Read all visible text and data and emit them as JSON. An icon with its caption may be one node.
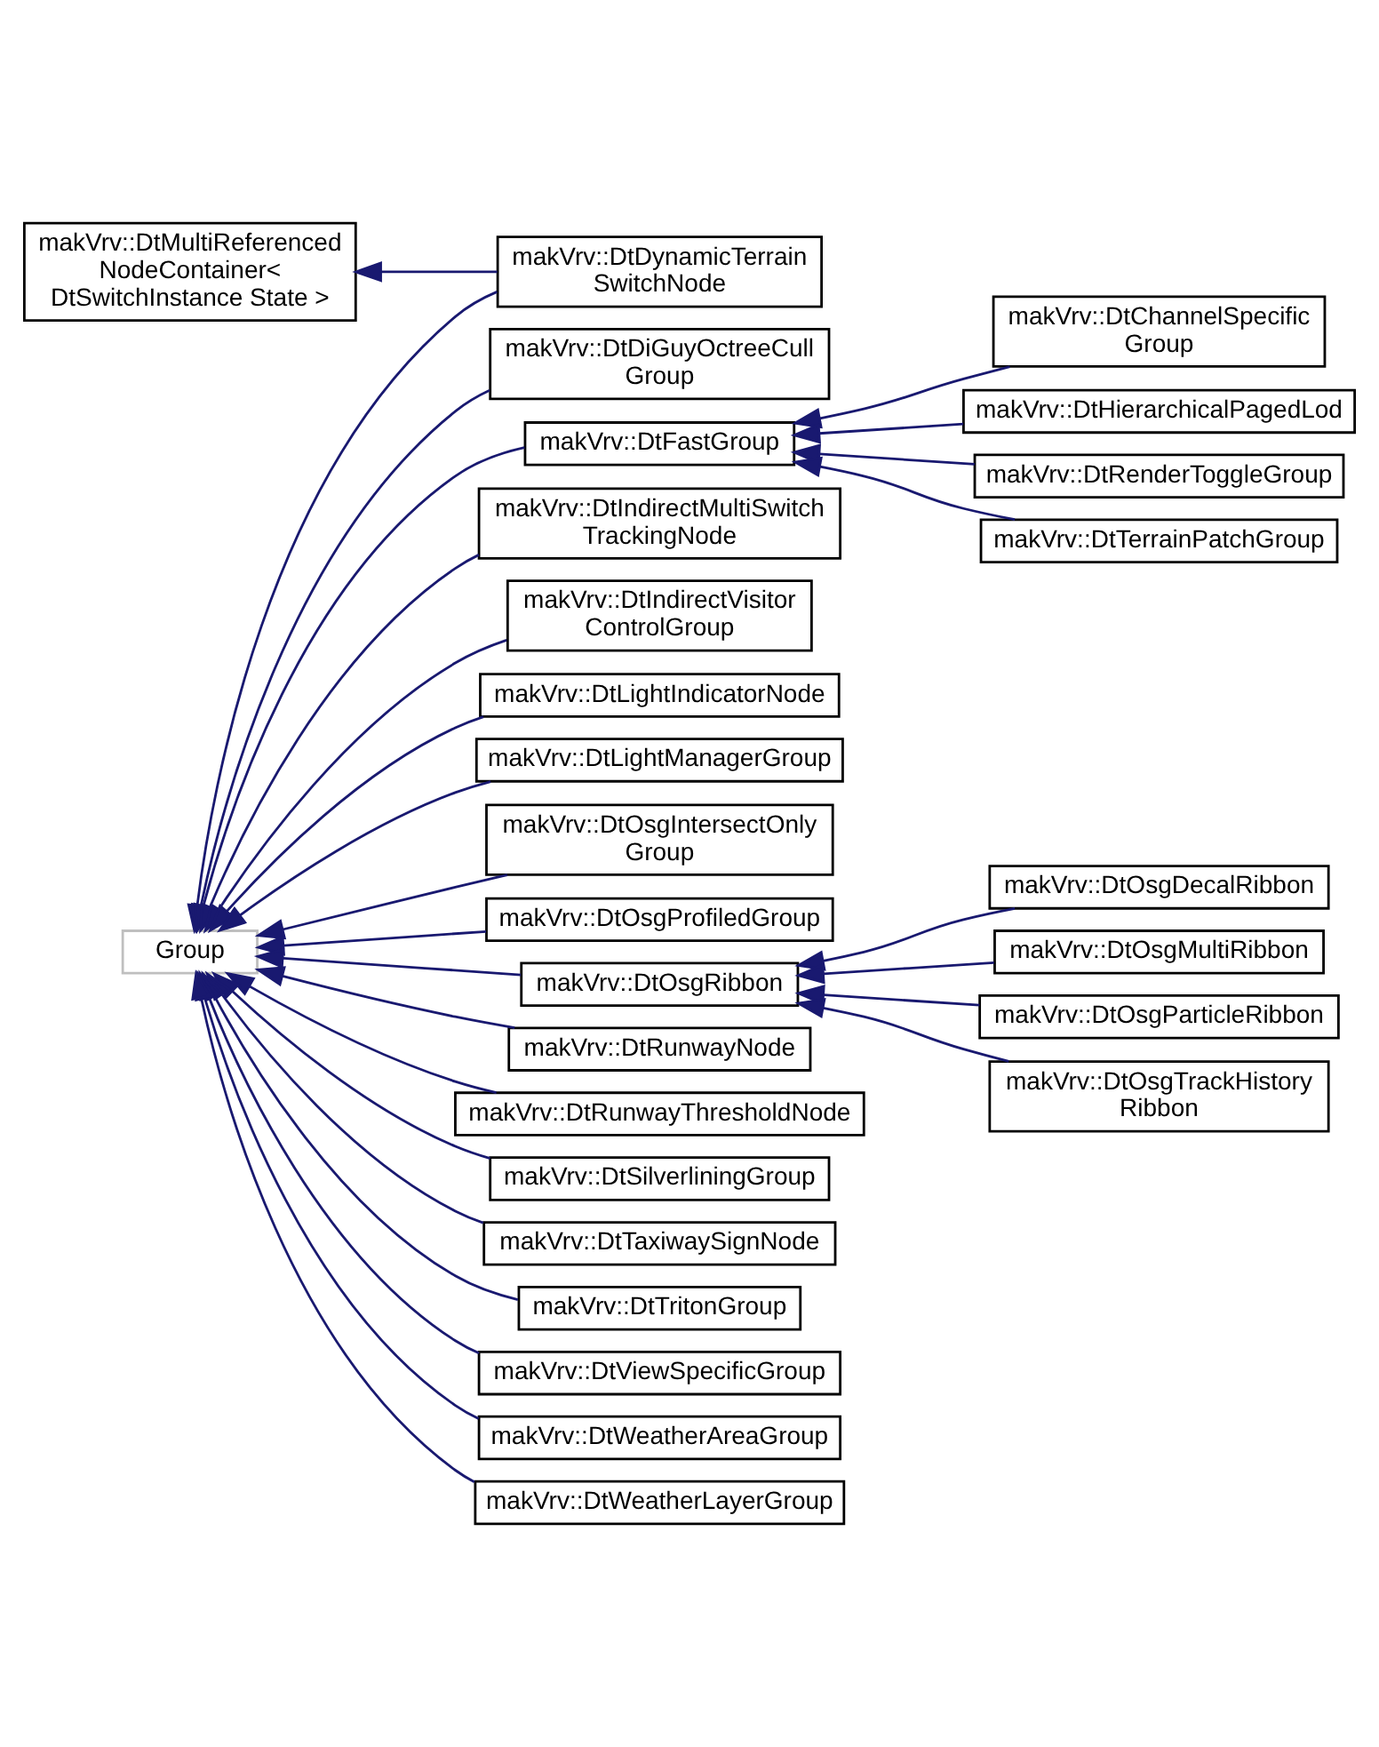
{
  "diagram": {
    "nodes": [
      {
        "text": [
          "makVrv::DtMultiReferenced NodeContainer< DtSwitchInstance State >"
        ]
      },
      {
        "text": [
          "Group"
        ]
      },
      {
        "text": [
          "makVrv::DtDynamicTerrain SwitchNode"
        ]
      },
      {
        "text": [
          "makVrv::DtDiGuyOctreeCull Group"
        ]
      },
      {
        "text": [
          "makVrv::DtFastGroup"
        ]
      },
      {
        "text": [
          "makVrv::DtIndirectMultiSwitch TrackingNode"
        ]
      },
      {
        "text": [
          "makVrv::DtIndirectVisitor ControlGroup"
        ]
      },
      {
        "text": [
          "makVrv::DtLightIndicatorNode"
        ]
      },
      {
        "text": [
          "makVrv::DtLightManagerGroup"
        ]
      },
      {
        "text": [
          "makVrv::DtOsgIntersectOnly Group"
        ]
      },
      {
        "text": [
          "makVrv::DtOsgProfiledGroup"
        ]
      },
      {
        "text": [
          "makVrv::DtOsgRibbon"
        ]
      },
      {
        "text": [
          "makVrv::DtRunwayNode"
        ]
      },
      {
        "text": [
          "makVrv::DtRunwayThresholdNode"
        ]
      },
      {
        "text": [
          "makVrv::DtSilverliningGroup"
        ]
      },
      {
        "text": [
          "makVrv::DtTaxiwaySignNode"
        ]
      },
      {
        "text": [
          "makVrv::DtTritonGroup"
        ]
      },
      {
        "text": [
          "makVrv::DtViewSpecificGroup"
        ]
      },
      {
        "text": [
          "makVrv::DtWeatherAreaGroup"
        ]
      },
      {
        "text": [
          "makVrv::DtWeatherLayerGroup"
        ]
      },
      {
        "text": [
          "makVrv::DtChannelSpecific Group"
        ]
      },
      {
        "text": [
          "makVrv::DtHierarchicalPagedLod"
        ]
      },
      {
        "text": [
          "makVrv::DtRenderToggleGroup"
        ]
      },
      {
        "text": [
          "makVrv::DtTerrainPatchGroup"
        ]
      },
      {
        "text": [
          "makVrv::DtOsgDecalRibbon"
        ]
      },
      {
        "text": [
          "makVrv::DtOsgMultiRibbon"
        ]
      },
      {
        "text": [
          "makVrv::DtOsgParticleRibbon"
        ]
      },
      {
        "text": [
          "makVrv::DtOsgTrackHistory Ribbon"
        ]
      }
    ],
    "edges": [
      {
        "from": 2,
        "to": 0,
        "arrow": "to"
      },
      {
        "from": 2,
        "to": 1,
        "arrow": "to"
      },
      {
        "from": 3,
        "to": 1,
        "arrow": "to"
      },
      {
        "from": 4,
        "to": 1,
        "arrow": "to"
      },
      {
        "from": 5,
        "to": 1,
        "arrow": "to"
      },
      {
        "from": 6,
        "to": 1,
        "arrow": "to"
      },
      {
        "from": 7,
        "to": 1,
        "arrow": "to"
      },
      {
        "from": 8,
        "to": 1,
        "arrow": "to"
      },
      {
        "from": 9,
        "to": 1,
        "arrow": "to"
      },
      {
        "from": 10,
        "to": 1,
        "arrow": "to"
      },
      {
        "from": 11,
        "to": 1,
        "arrow": "to"
      },
      {
        "from": 12,
        "to": 1,
        "arrow": "to"
      },
      {
        "from": 13,
        "to": 1,
        "arrow": "to"
      },
      {
        "from": 14,
        "to": 1,
        "arrow": "to"
      },
      {
        "from": 15,
        "to": 1,
        "arrow": "to"
      },
      {
        "from": 16,
        "to": 1,
        "arrow": "to"
      },
      {
        "from": 17,
        "to": 1,
        "arrow": "to"
      },
      {
        "from": 18,
        "to": 1,
        "arrow": "to"
      },
      {
        "from": 19,
        "to": 1,
        "arrow": "to"
      },
      {
        "from": 20,
        "to": 4,
        "arrow": "to"
      },
      {
        "from": 21,
        "to": 4,
        "arrow": "to"
      },
      {
        "from": 22,
        "to": 4,
        "arrow": "to"
      },
      {
        "from": 23,
        "to": 4,
        "arrow": "to"
      },
      {
        "from": 24,
        "to": 11,
        "arrow": "to"
      },
      {
        "from": 25,
        "to": 11,
        "arrow": "to"
      },
      {
        "from": 26,
        "to": 11,
        "arrow": "to"
      },
      {
        "from": 27,
        "to": 11,
        "arrow": "to"
      }
    ]
  }
}
